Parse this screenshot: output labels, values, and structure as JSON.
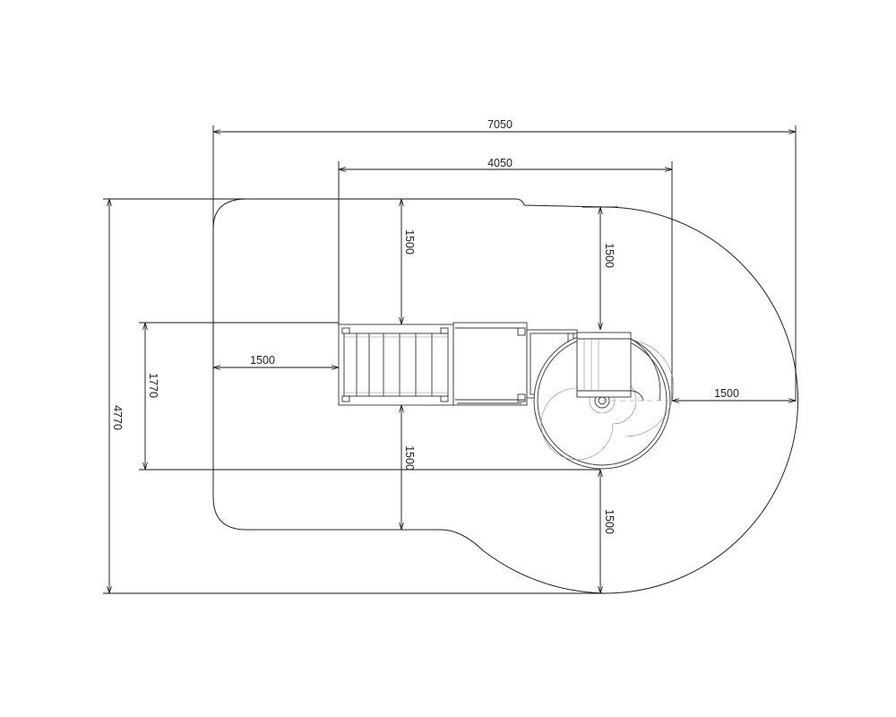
{
  "dimensions": {
    "total_width": "7050",
    "structure_width": "4050",
    "total_depth": "4770",
    "structure_depth": "1770",
    "left_clearance": "1500",
    "top_clearance_left": "1500",
    "top_clearance_right": "1500",
    "bottom_clearance_left": "1500",
    "bottom_clearance_right": "1500",
    "right_clearance": "1500"
  }
}
